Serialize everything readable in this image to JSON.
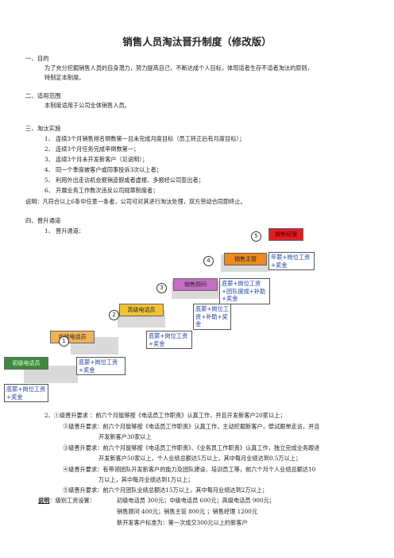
{
  "title": "销售人员淘汰晋升制度（修改版）",
  "s1": {
    "head": "一、目的",
    "p1": "为了充分挖掘销售人员的自身潜力，努力提高自己，不断达成个人目标，体现适者生存不适者淘汰的原则，",
    "p2": "特制定本制度。"
  },
  "s2": {
    "head": "二、适用范围",
    "p1": "本制度适用于公司全体销售人员。"
  },
  "s3": {
    "head": "三、淘汰实施",
    "items": [
      "1、 连续3个月销售排名倒数第一且未完成月度目标（员工转正后有月度目标）；",
      "2、 连续3个月任务完成率倒数第一；",
      "3、 连续3个月未开发新客户（见说明）；",
      "4、 同一个季度被客户或同事投诉3次以上者；",
      "5、 利用外出走访机会报销造假或者虚报、多报经公司查出者；",
      "6、 开展业务工作数次违反公司规章制度者；"
    ],
    "note": "说明：凡符合以上6条中任意一条者，公司可对其进行淘汰处理，双方劳动合同即终止。"
  },
  "s4": {
    "head": "四、晋升通道",
    "sub": "1、 晋升通道："
  },
  "ladder": {
    "levels": [
      {
        "num": "",
        "label": "初级电话员",
        "color": "#3f8a3f"
      },
      {
        "num": "1",
        "label": "中级电话员",
        "color": "#f2b356"
      },
      {
        "num": "2",
        "label": "高级电话员",
        "color": "#f2c237"
      },
      {
        "num": "3",
        "label": "销售顾问",
        "color": "#c46ec4"
      },
      {
        "num": "4",
        "label": "销售主管",
        "color": "#ee8a1e"
      },
      {
        "num": "5",
        "label": "销售经理",
        "color": "#e41b23"
      }
    ],
    "pay": [
      "底薪+岗位工资+奖金",
      "底薪+岗位工资+奖金",
      "底薪+岗位工资+奖金",
      "底薪+岗位工资+补助+奖金",
      "底薪+岗位工资+团队提成+补助+奖金",
      "年薪+岗位工资+奖金"
    ]
  },
  "req": [
    "2、①级晋升要求 ：前六个月能够按《电话员工作职责》认真工作，并且开发新客户20家以上；",
    "②级晋升要求：前六个月能够按《电话员工作职责》认真工作，主动挖掘新客户，偿试跟单走访，并且",
    "开发新客户30家以上",
    "③级晋升要求：前六个月能够按《电话员工作职责》、《业务员工作职责》认真工作，独立完成业务跟进",
    "开发新客户50家以上，个人业绩总额达5万以上，其中每月业绩达到0.5万以上；",
    "④级晋升要求：有带领团队开发新客户的能力及团队建设、培训员工等，前六个月个人业绩总额达10",
    "万以上，其中每月业绩达到1万以上；",
    "⑤级晋升要求：前六个月团队业绩总额达15万以上，其中每月业绩达到2万以上；"
  ],
  "salary": {
    "label": "说明",
    "rest": "：级别工资设置：",
    "l1": "初级电话员 300元；中级电话员 600元；高级电话员 900元；",
    "l2": "销售顾问  400元；销售主管 800元 ；销售经理  1200元",
    "l3": "新开发客户标准为：第一次成交300元以上的新客户"
  }
}
